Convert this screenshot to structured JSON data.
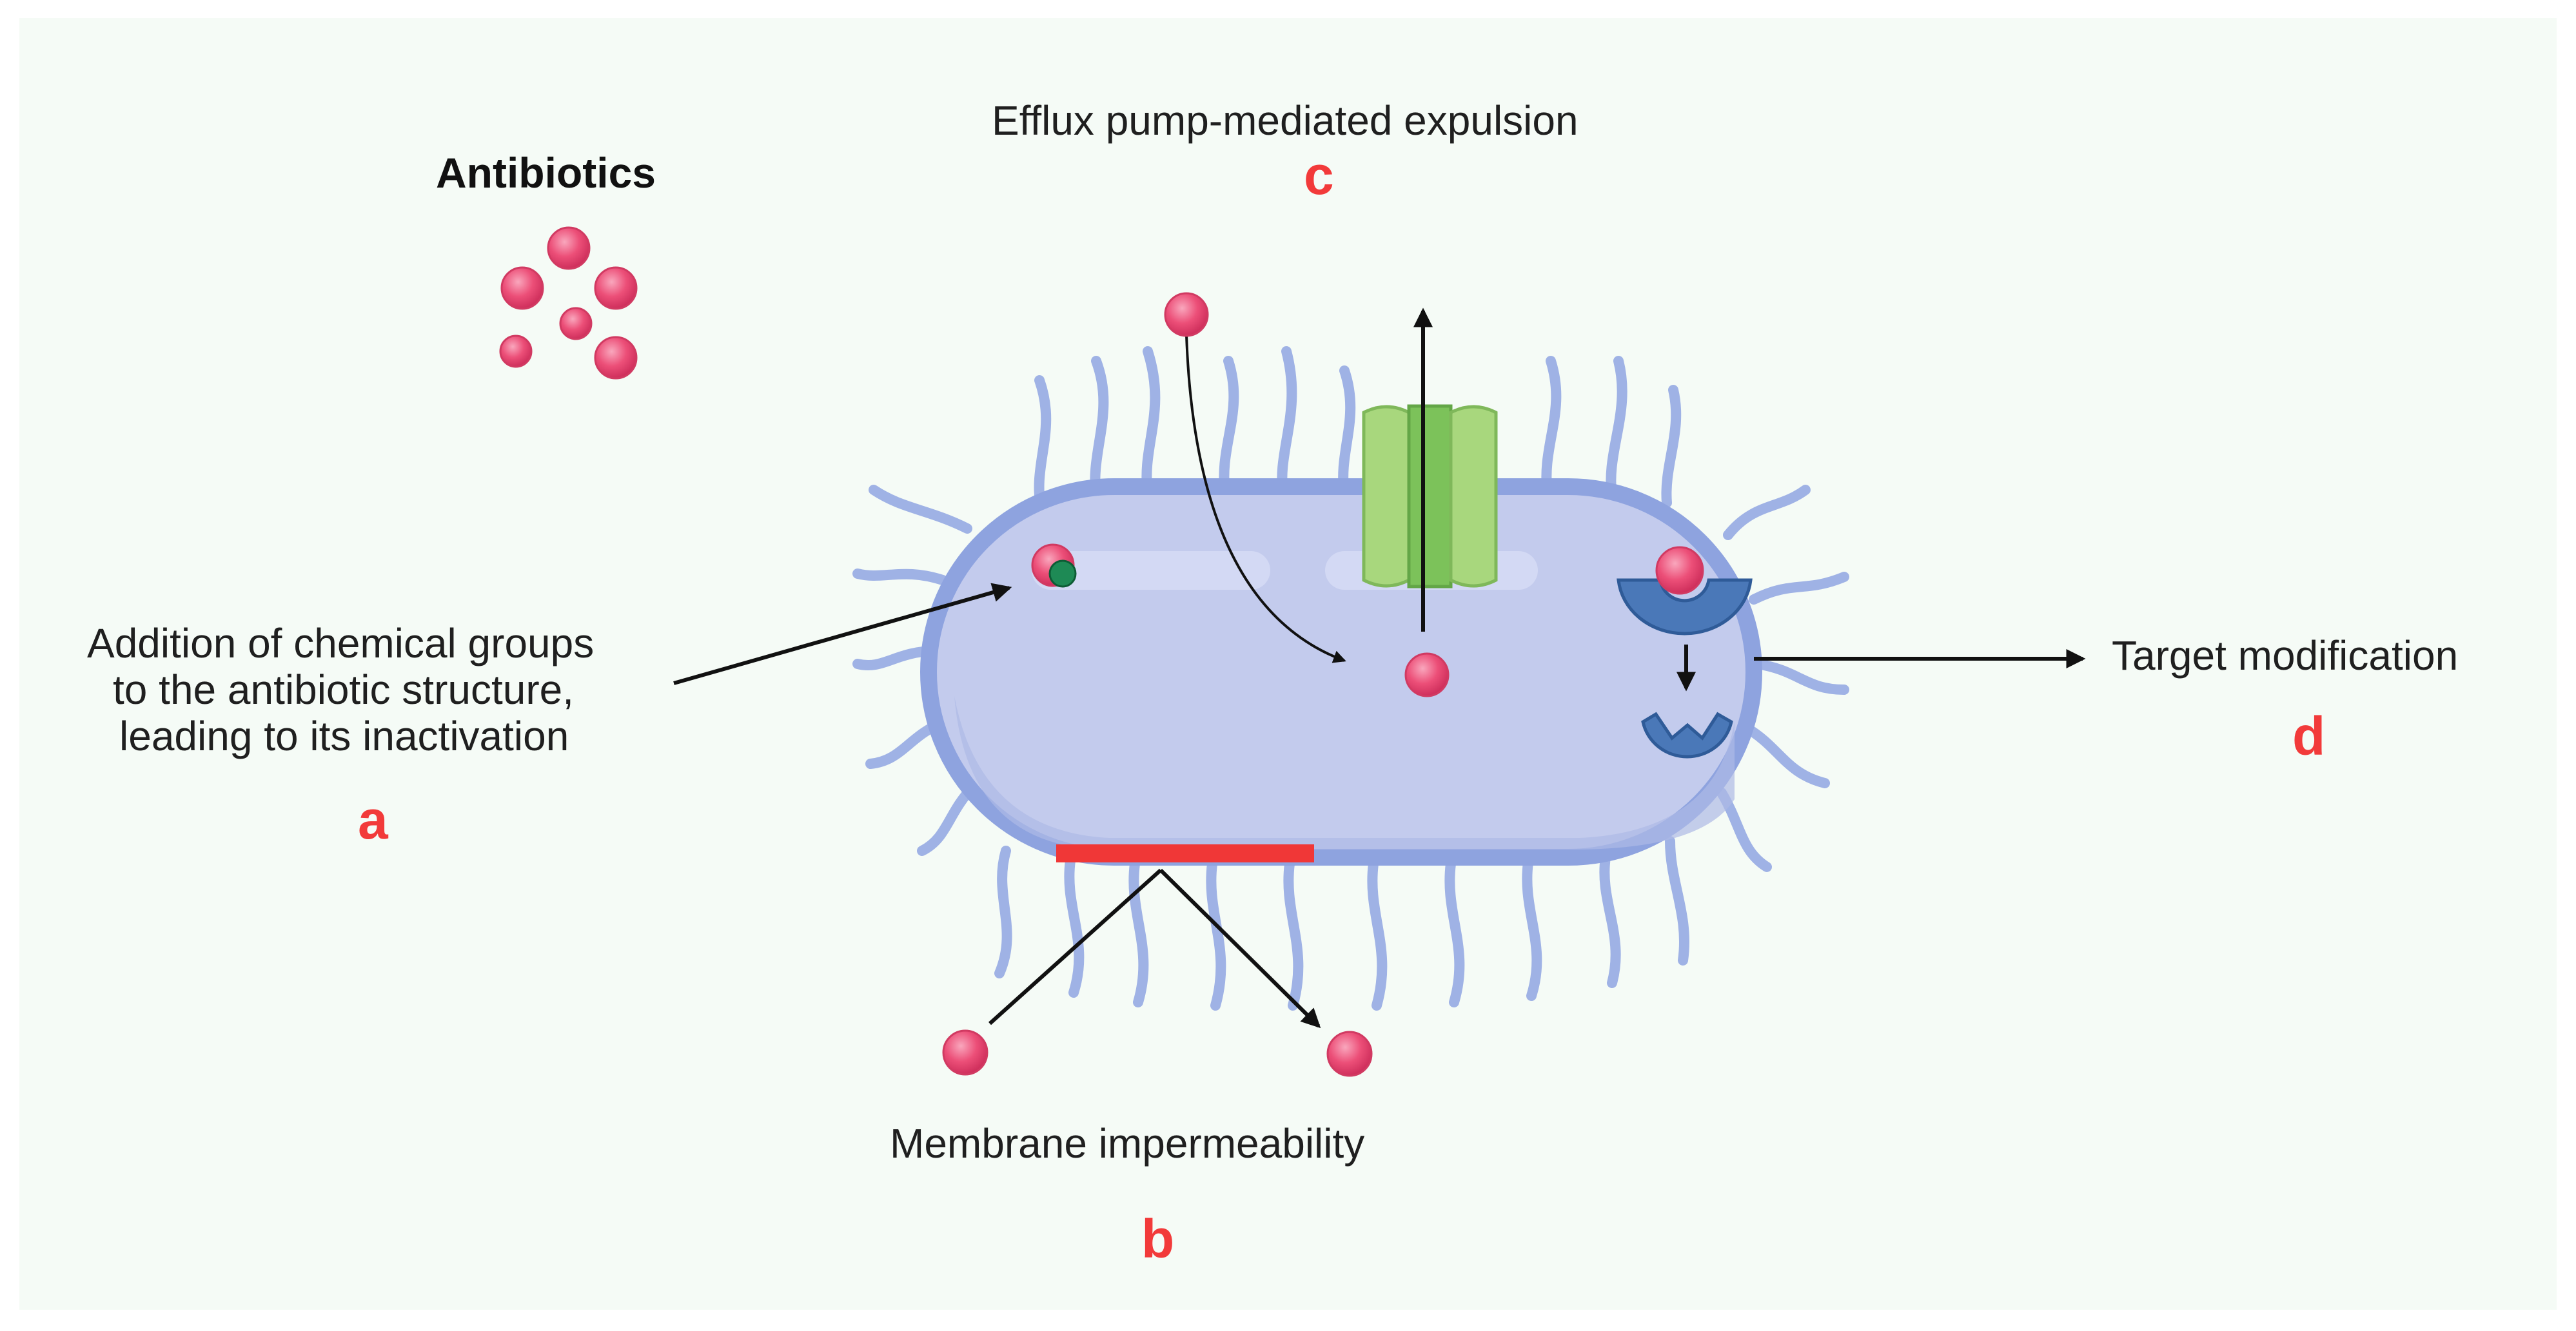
{
  "heading": "Antibiotics",
  "mechanisms": {
    "a": {
      "letter": "a",
      "lines": [
        "Addition of chemical groups",
        "to the antibiotic structure,",
        "leading to its inactivation"
      ]
    },
    "b": {
      "letter": "b",
      "label": "Membrane impermeability"
    },
    "c": {
      "letter": "c",
      "label": "Efflux pump-mediated expulsion"
    },
    "d": {
      "letter": "d",
      "label": "Target modification"
    }
  },
  "colors": {
    "background": "#f5fbf6",
    "cell_fill": "#c3cbed",
    "cell_outline": "#8ea3df",
    "pili": "#9fb2e5",
    "antibiotic": "#ec4f78",
    "efflux_pump": "#a8d77d",
    "target_protein": "#4a78b8",
    "barrier": "#f03737",
    "modifier_group": "#1e8a55",
    "letters": "#f23a3a"
  },
  "icons": [
    "antibiotic-molecule-icon",
    "efflux-pump-icon",
    "target-protein-icon",
    "membrane-barrier-icon",
    "chemical-group-icon"
  ]
}
